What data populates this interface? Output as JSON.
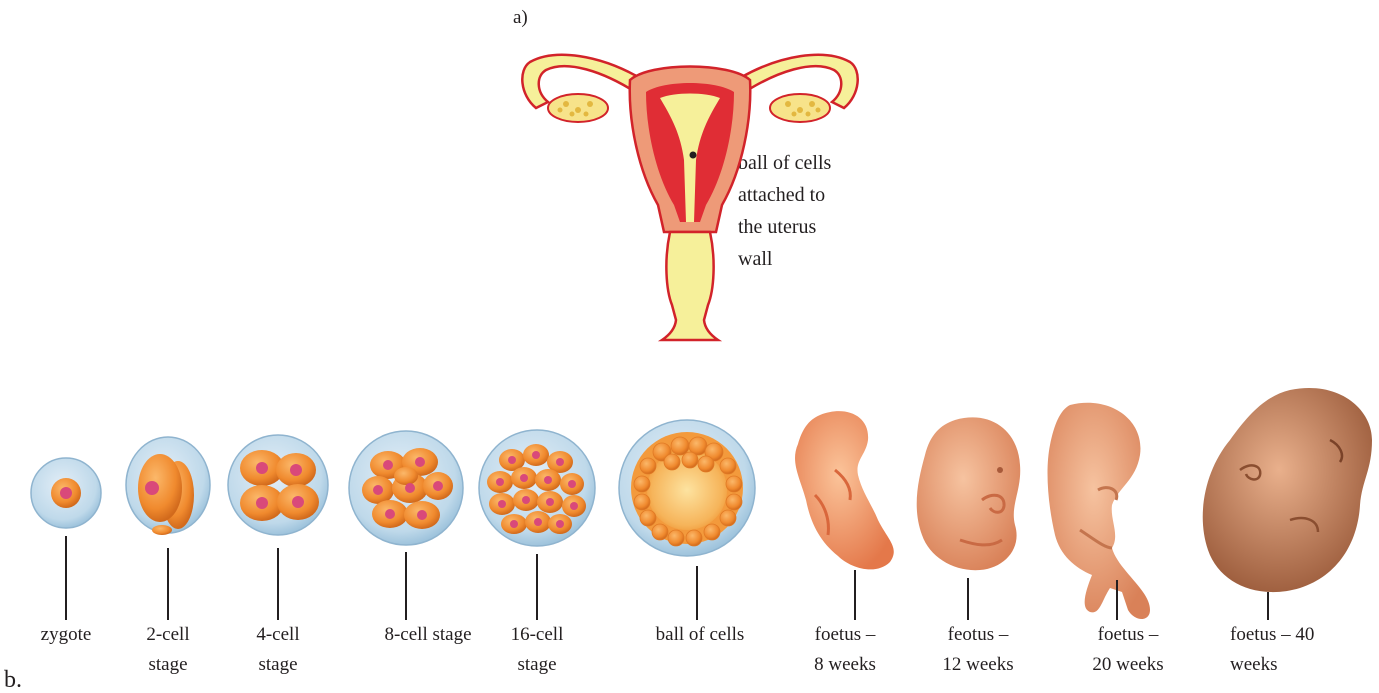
{
  "part_a": {
    "label": "a)",
    "annotation": [
      "ball of cells",
      "attached to",
      "the uterus",
      "wall"
    ]
  },
  "part_b": {
    "label": "b.",
    "stages": [
      {
        "name": "zygote",
        "lines": [
          "zygote"
        ]
      },
      {
        "name": "2-cell stage",
        "lines": [
          "2-cell",
          "stage"
        ]
      },
      {
        "name": "4-cell stage",
        "lines": [
          "4-cell",
          "stage"
        ]
      },
      {
        "name": "8-cell stage",
        "lines": [
          "8-cell stage"
        ]
      },
      {
        "name": "16-cell stage",
        "lines": [
          "16-cell",
          "stage"
        ]
      },
      {
        "name": "ball of cells",
        "lines": [
          "ball of cells"
        ]
      },
      {
        "name": "foetus – 8 weeks",
        "lines": [
          "foetus –",
          "8 weeks"
        ]
      },
      {
        "name": "feotus – 12 weeks",
        "lines": [
          "feotus –",
          "12 weeks"
        ]
      },
      {
        "name": "foetus – 20 weeks",
        "lines": [
          "foetus –",
          "20 weeks"
        ]
      },
      {
        "name": "foetus – 40 weeks",
        "lines": [
          "foetus – 40",
          "weeks"
        ]
      }
    ]
  },
  "colors": {
    "uterus_outline": "#d2232a",
    "uterus_wall": "#ee9a78",
    "uterus_inner": "#f6f09a",
    "uterus_muscle": "#e02d35",
    "ovary": "#f7e38a",
    "cell_membrane": "#bfd9ea",
    "cell": "#f08a2e",
    "nucleus": "#d9497a",
    "foetus": "#f3a57a"
  }
}
